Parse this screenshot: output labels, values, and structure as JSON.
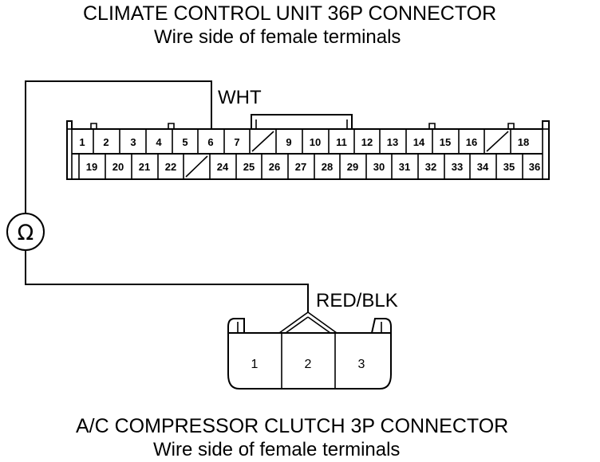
{
  "top_connector": {
    "title": "CLIMATE CONTROL UNIT 36P CONNECTOR",
    "subtitle": "Wire side of female terminals",
    "wire_label": "WHT",
    "row1": [
      "1",
      "2",
      "3",
      "4",
      "5",
      "6",
      "7",
      "",
      "9",
      "10",
      "11",
      "12",
      "13",
      "14",
      "15",
      "16",
      "",
      "18"
    ],
    "row2": [
      "19",
      "20",
      "21",
      "22",
      "",
      "24",
      "25",
      "26",
      "27",
      "28",
      "29",
      "30",
      "31",
      "32",
      "33",
      "34",
      "35",
      "36"
    ]
  },
  "meter": {
    "symbol": "Ω"
  },
  "bottom_connector": {
    "title": "A/C COMPRESSOR CLUTCH 3P CONNECTOR",
    "subtitle": "Wire side of female terminals",
    "wire_label": "RED/BLK",
    "pins": [
      "1",
      "2",
      "3"
    ]
  }
}
